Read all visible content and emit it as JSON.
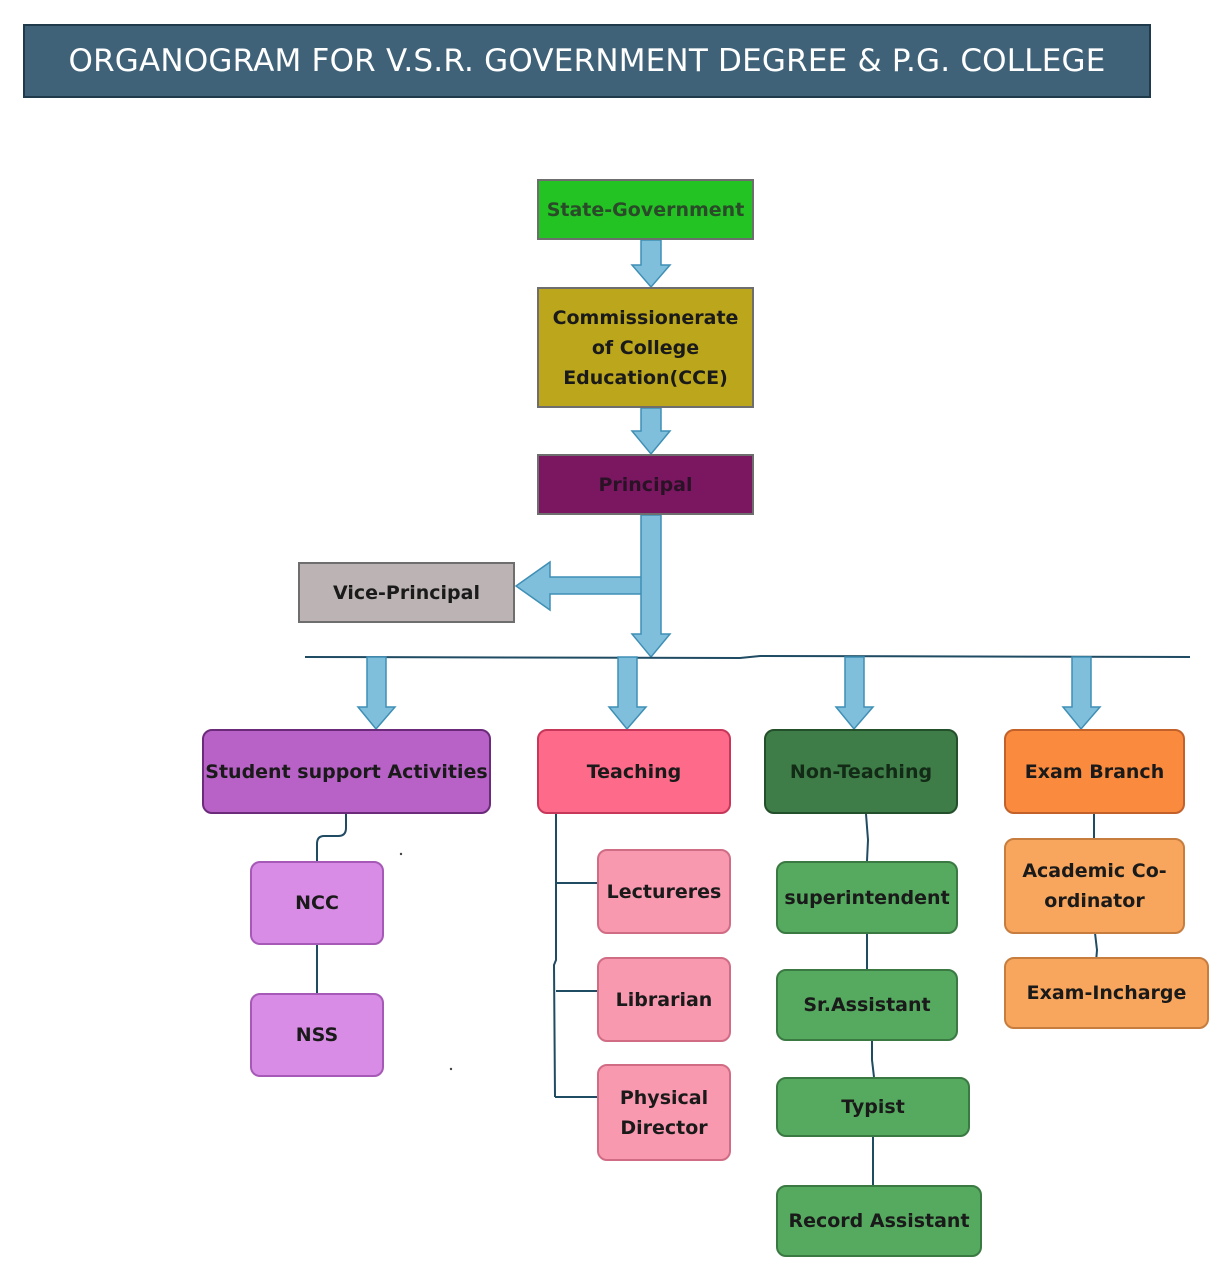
{
  "title": "ORGANOGRAM FOR V.S.R. GOVERNMENT DEGREE & P.G. COLLEGE",
  "nodes": {
    "state_government": "State-Government",
    "cce": "Commissionerate of College Education(CCE)",
    "principal": "Principal",
    "vice_principal": "Vice-Principal",
    "student_support": "Student support Activities",
    "ncc": "NCC",
    "nss": "NSS",
    "teaching": "Teaching",
    "lecturers": "Lectureres",
    "librarian": "Librarian",
    "physical_director": "Physical Director",
    "non_teaching": "Non-Teaching",
    "superintendent": "superintendent",
    "sr_assistant": "Sr.Assistant",
    "typist": "Typist",
    "record_assistant": "Record Assistant",
    "exam_branch": "Exam Branch",
    "academic_coordinator": "Academic Co-ordinator",
    "exam_incharge": "Exam-Incharge"
  },
  "colors": {
    "title_bg": "#3f6278",
    "arrow": "#7fbfdc",
    "connector": "#1f4b63",
    "state_government": "#22c322",
    "cce": "#bca71c",
    "principal": "#7b1761",
    "vice_principal": "#bcb4b4",
    "student_support": "#b862c8",
    "ncc_nss": "#d98ce6",
    "teaching": "#fd6a8a",
    "teaching_children": "#f899b0",
    "non_teaching": "#3e7d47",
    "non_teaching_children": "#55aa5f",
    "exam_branch": "#f98a3e",
    "exam_children": "#f8a65d"
  }
}
